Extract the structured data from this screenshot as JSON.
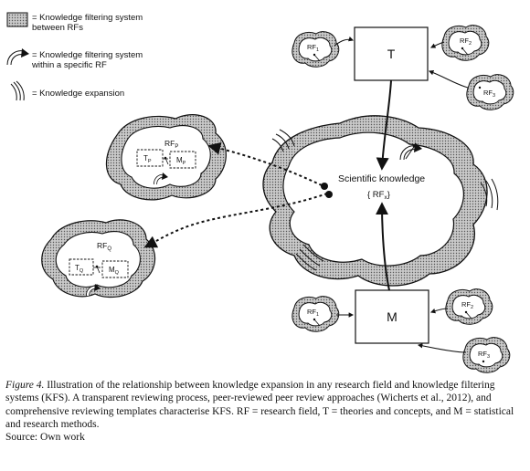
{
  "legend": {
    "items": [
      {
        "icon": "dotted-zone-icon",
        "text_line1": "= Knowledge filtering system",
        "text_line2": "between RFs"
      },
      {
        "icon": "curved-arrow-icon",
        "text_line1": "= Knowledge filtering system",
        "text_line2": "within a specific RF"
      },
      {
        "icon": "expansion-waves-icon",
        "text_line1": "= Knowledge expansion",
        "text_line2": ""
      }
    ]
  },
  "diagram": {
    "center": {
      "title": "Scientific knowledge",
      "rf_main": "{ RF",
      "rf_sub": "x",
      "rf_close": "}"
    },
    "theory_box": {
      "label": "T"
    },
    "methods_box": {
      "label": "M"
    },
    "rf_p": {
      "label": "RF",
      "sub": "P",
      "t_label": "T",
      "t_sub": "P",
      "m_label": "M",
      "m_sub": "P"
    },
    "rf_q": {
      "label": "RF",
      "sub": "Q",
      "t_label": "T",
      "t_sub": "Q",
      "m_label": "M",
      "m_sub": "Q"
    },
    "small_rf": {
      "label": "RF",
      "subs": [
        "1",
        "2",
        "3"
      ]
    }
  },
  "caption": {
    "figure_label": "Figure 4.",
    "text": " Illustration of the relationship between knowledge expansion in any research field and knowledge filtering systems (KFS). A transparent reviewing process, peer-reviewed peer review approaches (Wicherts et al., 2012), and comprehensive reviewing templates characterise KFS. RF = research field, T = theories and concepts, and M = statistical and research methods.",
    "source": "Source: Own work"
  }
}
